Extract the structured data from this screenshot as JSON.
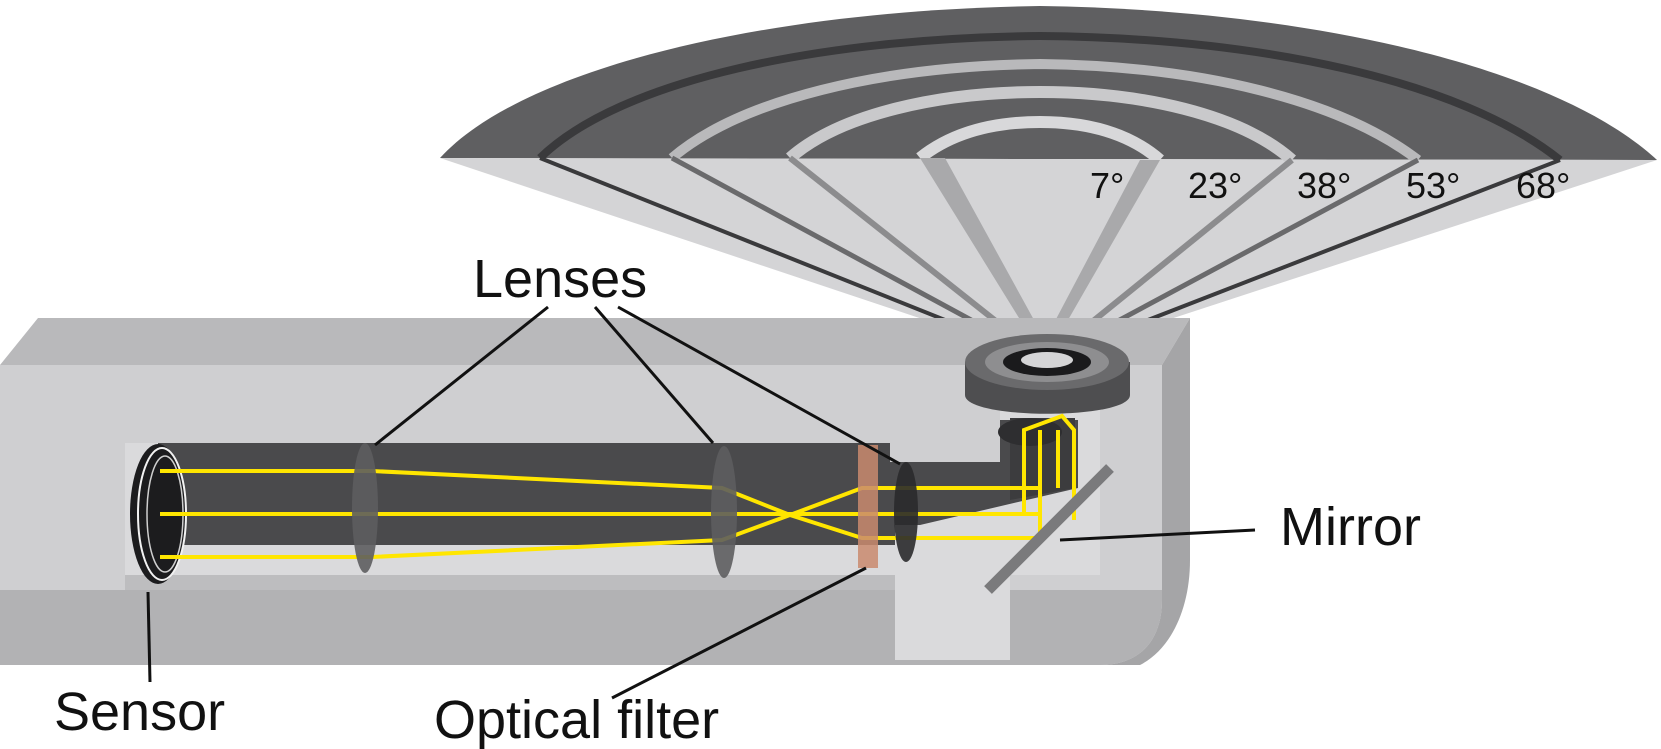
{
  "labels": {
    "lenses": "Lenses",
    "mirror": "Mirror",
    "sensor": "Sensor",
    "optical_filter": "Optical filter"
  },
  "angles": [
    "7°",
    "23°",
    "38°",
    "53°",
    "68°"
  ],
  "colors": {
    "ray": "#ffe600",
    "filter": "#c98a6e",
    "housing_light": "#cfcfd1",
    "housing_mid": "#b4b4b6",
    "tube": "#4a4a4c",
    "disc": "#5f5f61"
  }
}
